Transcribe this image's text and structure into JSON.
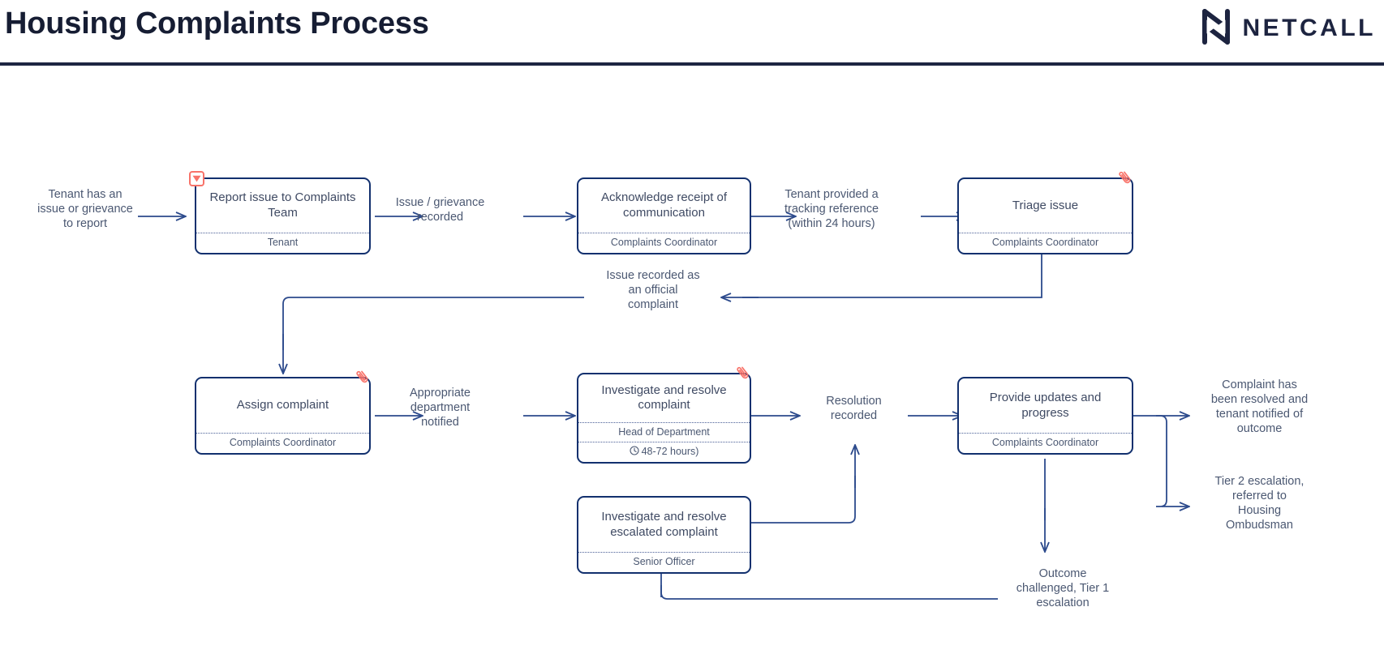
{
  "header": {
    "title": "Housing Complaints Process",
    "brand_name": "NETCALL",
    "brand_mark": "netcall-n-logo",
    "rule_color": "#1d2642"
  },
  "theme": {
    "node_border": "#12306e",
    "node_text": "#3f4a63",
    "role_text": "#4b5872",
    "edge_color": "#2c4a8c",
    "accent_coral": "#f8736a",
    "title_color": "#161d33",
    "background": "#ffffff"
  },
  "nodes": [
    {
      "id": "report-issue",
      "title": "Report issue to Complaints Team",
      "role": "Tenant",
      "sla": null,
      "badge": "start-event-badge",
      "badge_icon": "triangle-down-icon"
    },
    {
      "id": "acknowledge-receipt",
      "title": "Acknowledge receipt of communication",
      "role": "Complaints Coordinator",
      "sla": null,
      "badge": null,
      "badge_icon": null
    },
    {
      "id": "triage-issue",
      "title": "Triage issue",
      "role": "Complaints Coordinator",
      "sla": null,
      "badge": "attachment-badge",
      "badge_icon": "paperclip-icon"
    },
    {
      "id": "assign-complaint",
      "title": "Assign complaint",
      "role": "Complaints Coordinator",
      "sla": null,
      "badge": "attachment-badge",
      "badge_icon": "paperclip-icon"
    },
    {
      "id": "investigate-resolve",
      "title": "Investigate and resolve complaint",
      "role": "Head of Department",
      "sla": "48-72 hours)",
      "sla_icon": "clock-icon",
      "badge": "attachment-badge",
      "badge_icon": "paperclip-icon"
    },
    {
      "id": "provide-updates",
      "title": "Provide updates and progress",
      "role": "Complaints Coordinator",
      "sla": null,
      "badge": null,
      "badge_icon": null
    },
    {
      "id": "investigate-escalated",
      "title": "Investigate and resolve escalated complaint",
      "role": "Senior Officer",
      "sla": null,
      "badge": null,
      "badge_icon": null
    }
  ],
  "edge_labels": [
    {
      "id": "tenant-has-issue",
      "text": "Tenant has an\nissue or grievance\nto report"
    },
    {
      "id": "issue-recorded",
      "text": "Issue / grievance\nrecorded"
    },
    {
      "id": "tracking-reference",
      "text": "Tenant provided a\ntracking reference\n(within 24 hours)"
    },
    {
      "id": "official-complaint",
      "text": "Issue recorded as\nan official\ncomplaint"
    },
    {
      "id": "department-notified",
      "text": "Appropriate\ndepartment\nnotified"
    },
    {
      "id": "resolution-recorded",
      "text": "Resolution\nrecorded"
    },
    {
      "id": "complaint-resolved",
      "text": "Complaint has\nbeen resolved and\ntenant notified of\noutcome"
    },
    {
      "id": "tier-2-escalation",
      "text": "Tier 2 escalation,\nreferred to\nHousing\nOmbudsman"
    },
    {
      "id": "tier-1-escalation",
      "text": "Outcome\nchallenged, Tier 1\nescalation"
    }
  ]
}
